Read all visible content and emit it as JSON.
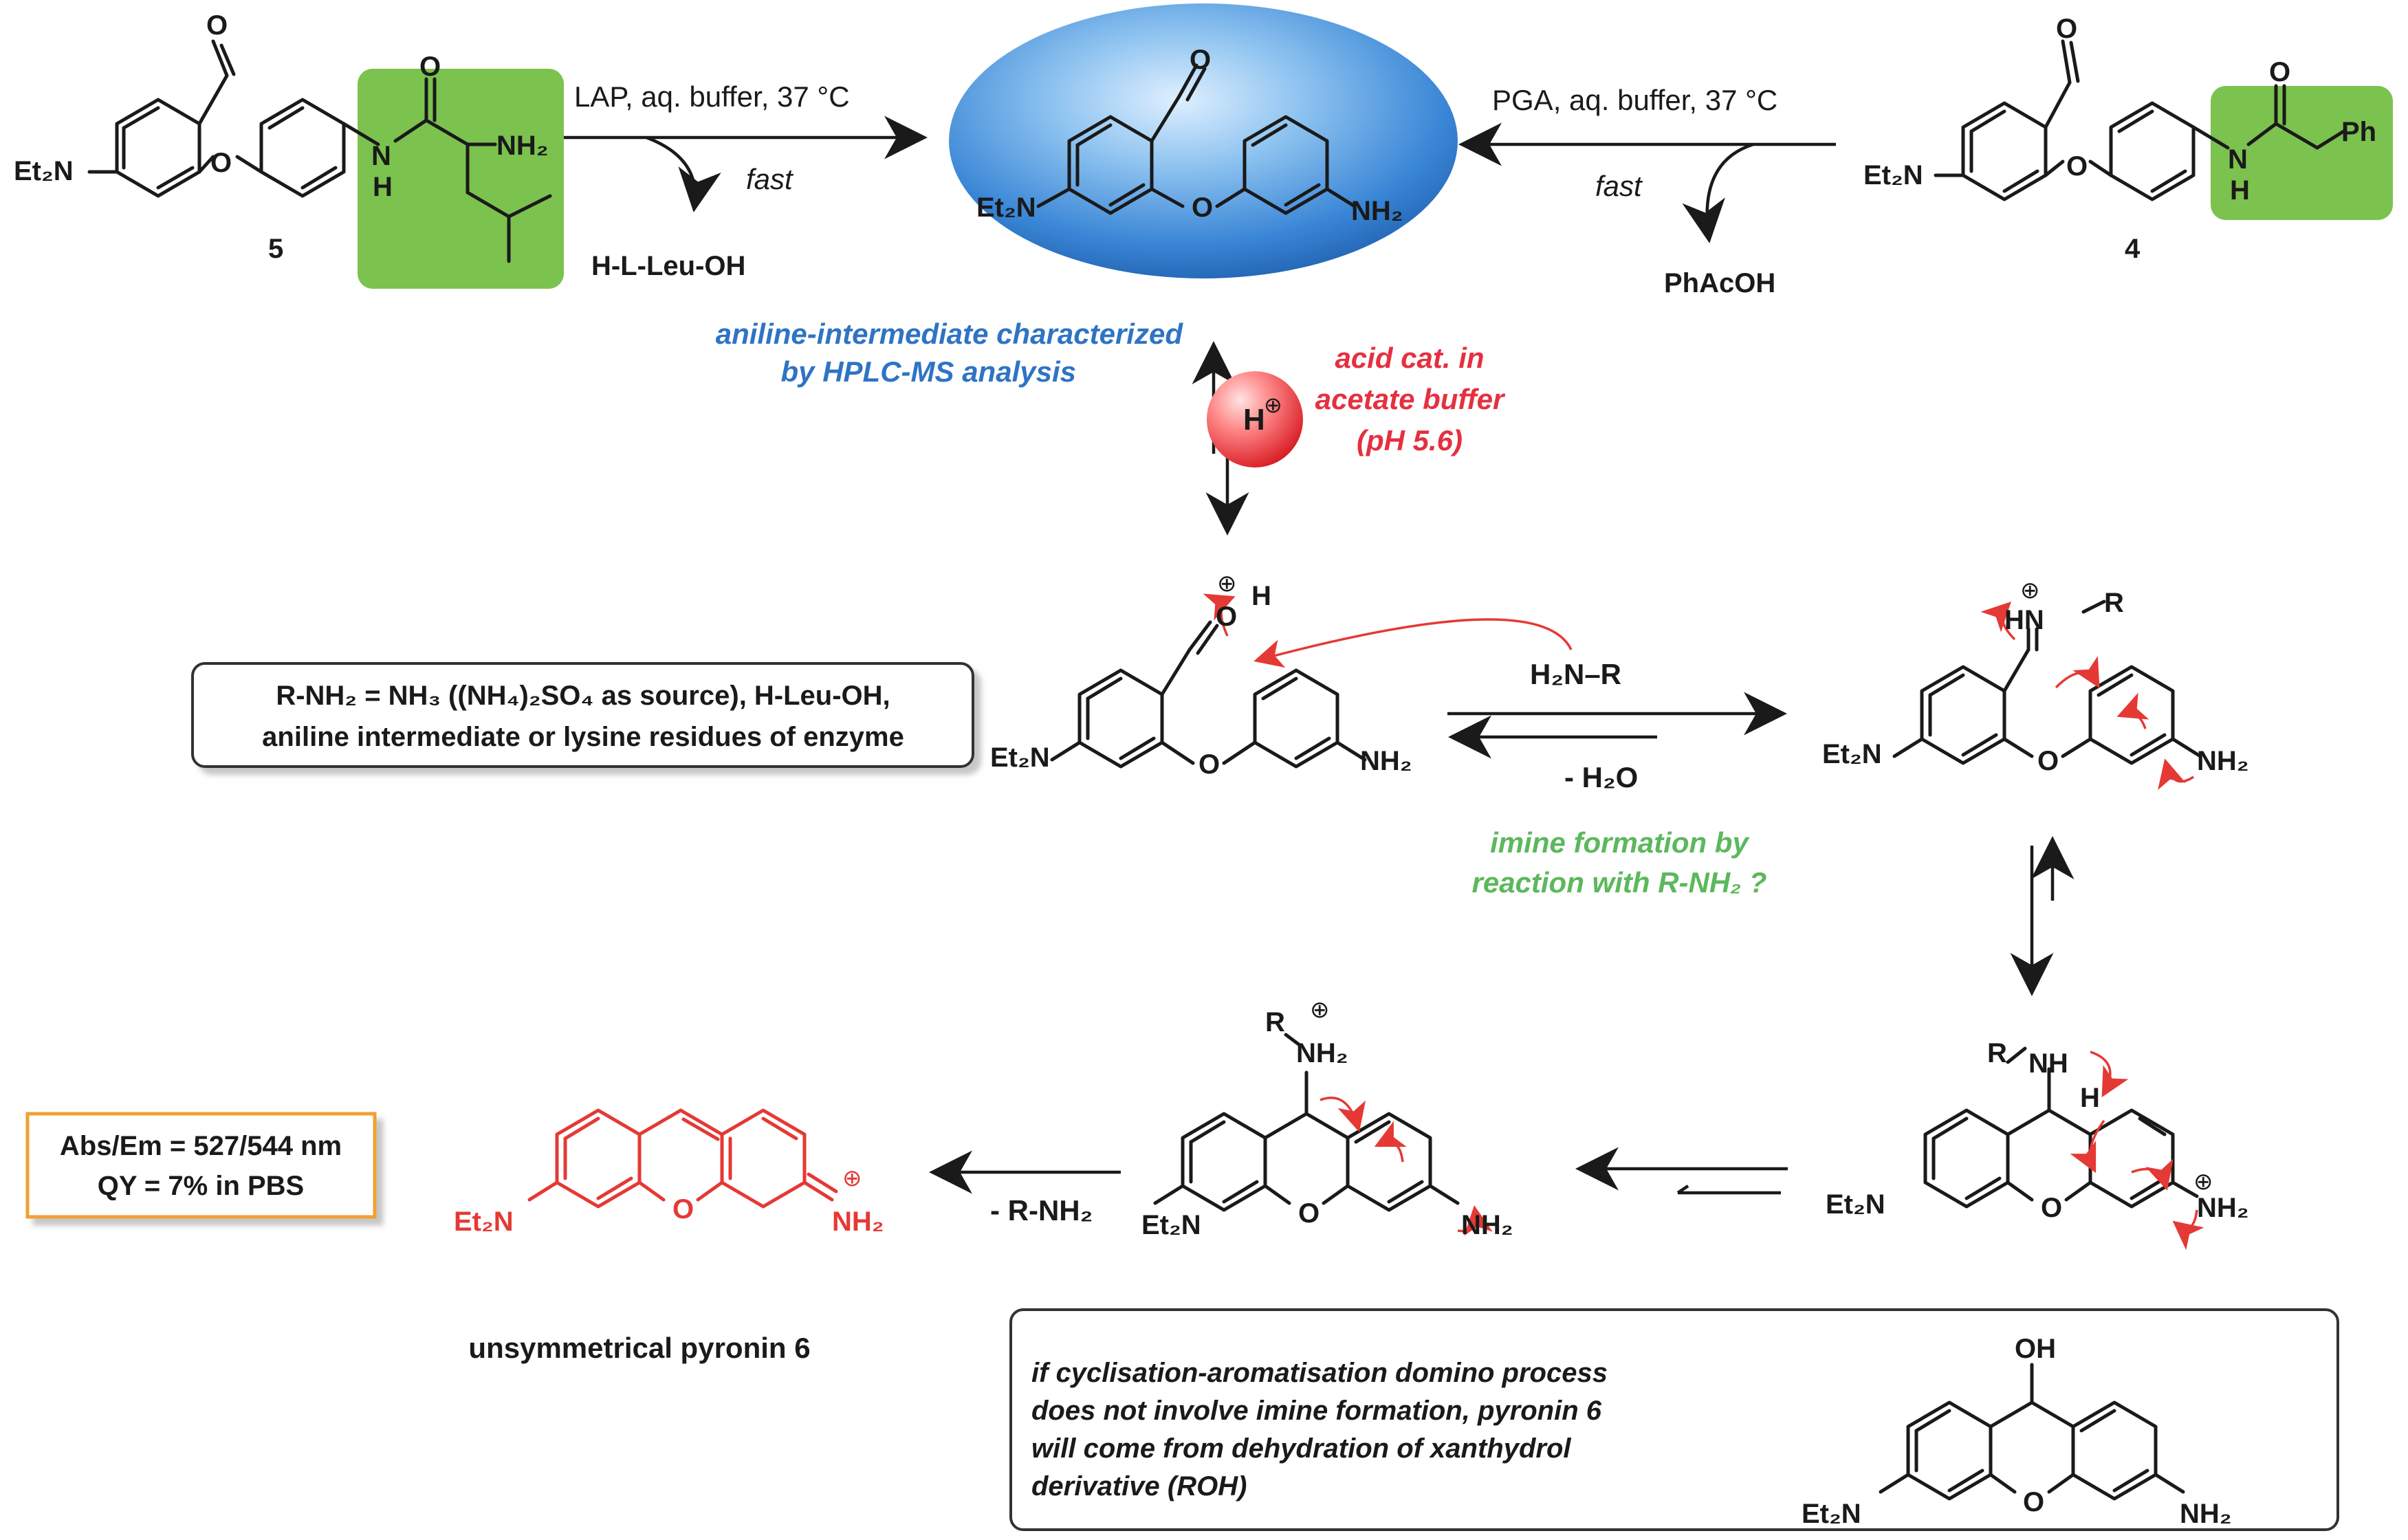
{
  "reaction_top": {
    "left_conditions": "LAP, aq. buffer, 37 °C",
    "left_rate": "fast",
    "left_byproduct": "H-L-Leu-OH",
    "right_conditions": "PGA, aq. buffer, 37 °C",
    "right_rate": "fast",
    "right_byproduct": "PhAcOH",
    "compound_5_label": "5",
    "compound_4_label": "4"
  },
  "intermediate_note": [
    "aniline-intermediate characterized",
    "by HPLC-MS analysis"
  ],
  "acid_note": [
    "acid cat. in",
    "acetate buffer",
    "(pH 5.6)"
  ],
  "proton_label": "H",
  "middle": {
    "amine_reagent": "H₂N–R",
    "water_loss": "- H₂O",
    "imine_note": [
      "imine formation by",
      "reaction with R-NH₂ ?"
    ]
  },
  "rnh2_box": [
    "R-NH₂ = NH₃ ((NH₄)₂SO₄ as source), H-Leu-OH,",
    "aniline intermediate or lysine residues of enzyme"
  ],
  "bottom": {
    "amine_loss": "- R-NH₂",
    "product_label": "unsymmetrical pyronin 6",
    "photophysics": [
      "Abs/Em = 527/544 nm",
      "QY = 7% in PBS"
    ]
  },
  "footnote_box": [
    "if cyclisation-aromatisation domino process",
    "does not involve imine formation, pyronin 6",
    "will come from dehydration of xanthydrol",
    "derivative (ROH)"
  ],
  "atom_labels": {
    "et2n": "Et₂N",
    "nh2": "NH₂",
    "o": "O",
    "oh": "OH",
    "h": "H",
    "nh": "NH",
    "hn": "HN",
    "r": "R",
    "ph": "Ph",
    "n": "N",
    "plus": "⊕"
  },
  "colors": {
    "blue_note": "#2f73c4",
    "red_note": "#e53040",
    "green_note": "#5cb85c",
    "green_highlight": "#7cc24e",
    "product_red": "#e53935",
    "orange_border": "#f0a030"
  }
}
